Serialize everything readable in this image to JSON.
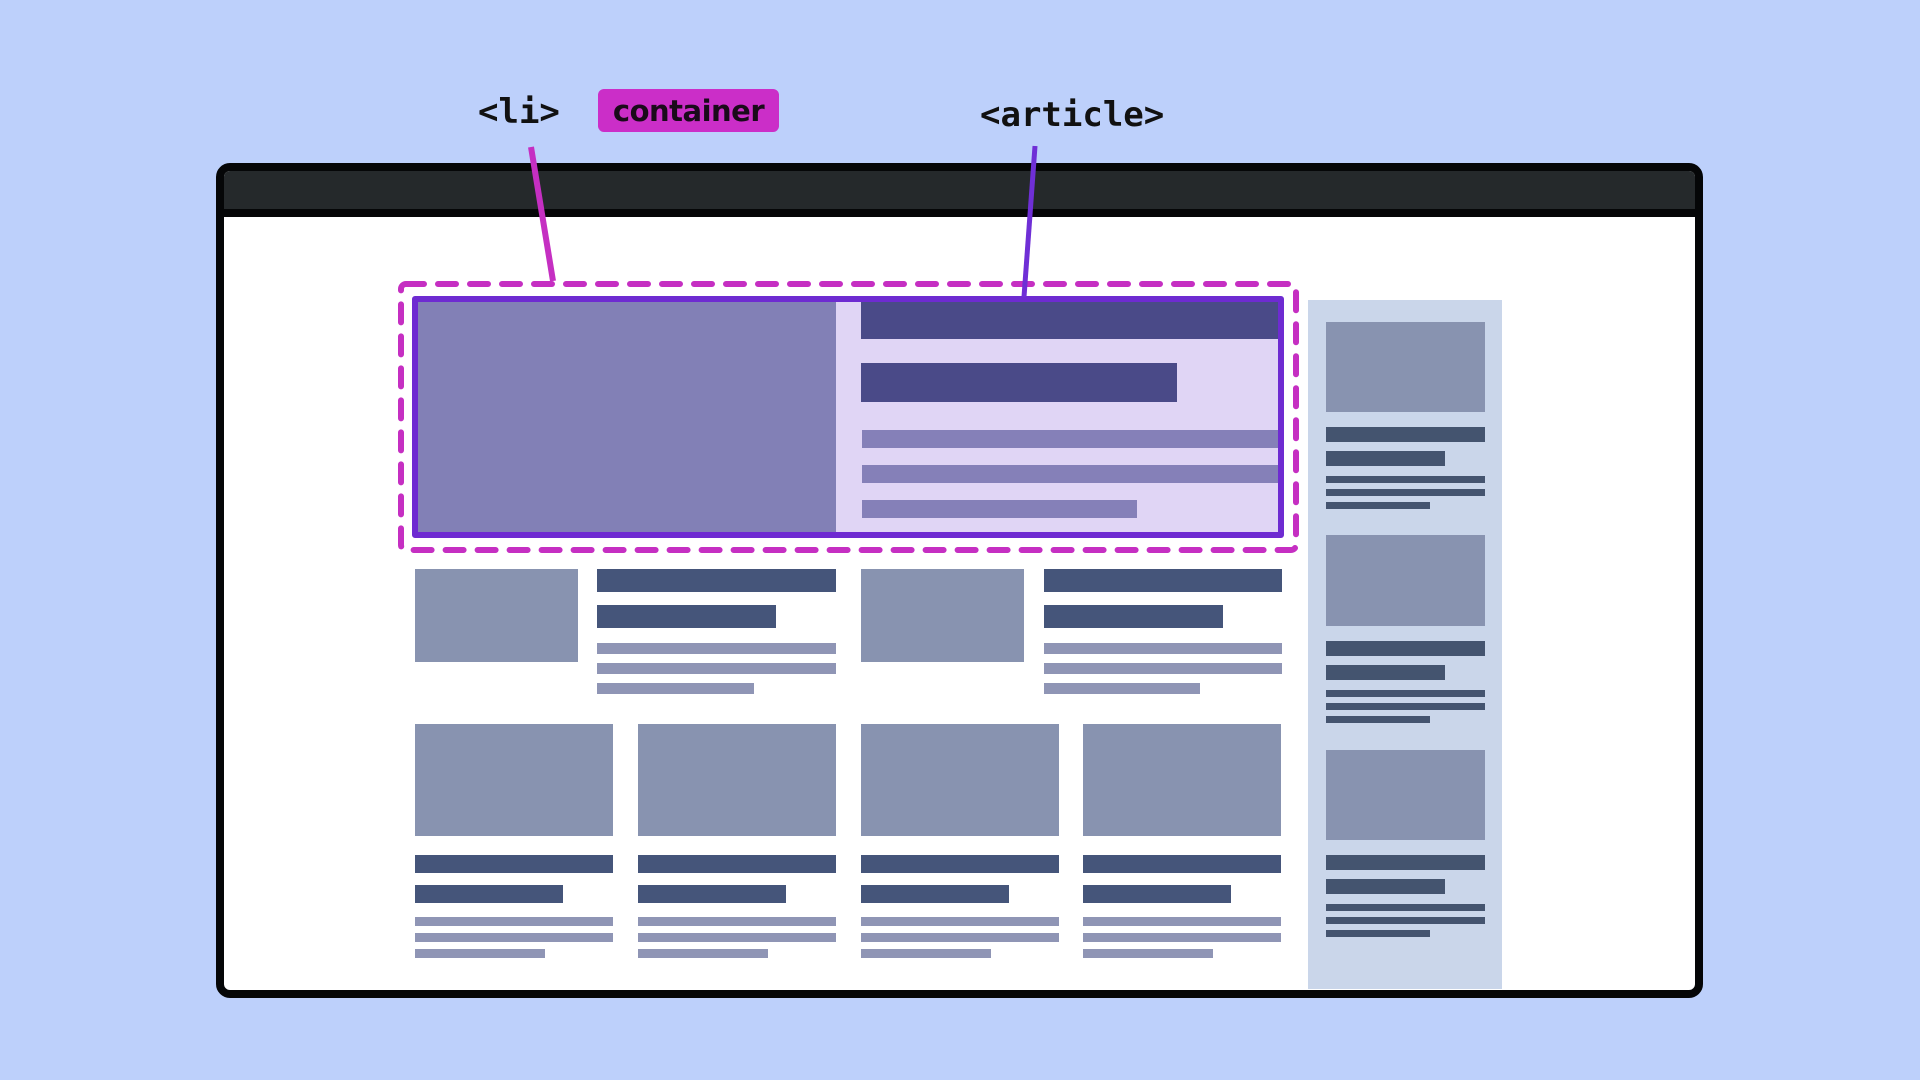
{
  "labels": {
    "li": "<li>",
    "container_badge": "container",
    "article": "<article>"
  },
  "colors": {
    "background": "#bdd0fb",
    "window_frame": "#050607",
    "titlebar": "#25292b",
    "container_outline": "#c52fc2",
    "article_outline": "#6e2bd1",
    "article_image": "#8280b6",
    "article_panel": "#e0d5f5",
    "article_heading": "#4a4a88",
    "article_text": "#8580b8",
    "card_image": "#8893b0",
    "card_heading": "#45557a",
    "card_text": "#8f95b5",
    "sidebar_bg": "#cad6ea"
  },
  "diagram": {
    "description": "Wireframe of a web page with a featured article inside an li element marked as a container, a grid of article cards, and a sidebar",
    "featured": {
      "outer": "li (container, dashed)",
      "inner": "article (solid)"
    },
    "row_2_cards": 2,
    "row_3_cards": 4,
    "sidebar_cards": 3
  }
}
